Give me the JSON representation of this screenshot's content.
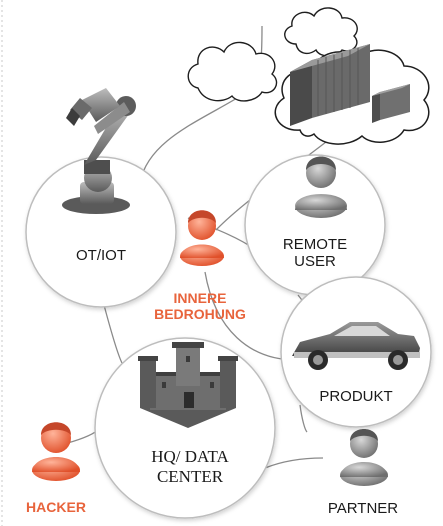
{
  "nodes": {
    "ot_iot": "OT/IOT",
    "remote_user": [
      "REMOTE",
      "USER"
    ],
    "innere_bedrohung": [
      "INNERE",
      "BEDROHUNG"
    ],
    "produkt": "PRODUKT",
    "hq": [
      "HQ/ DATA",
      "CENTER"
    ],
    "hacker": "HACKER",
    "partner": "PARTNER"
  },
  "colors": {
    "threat": "#e8643c",
    "circle_stroke": "#bdbdbd",
    "line": "#8a8a8a",
    "user_gray": "#8c8c8c"
  },
  "icons": [
    "cloud-icon",
    "robot-arm-icon",
    "shipping-container-icon",
    "user-icon",
    "car-icon",
    "castle-icon"
  ]
}
